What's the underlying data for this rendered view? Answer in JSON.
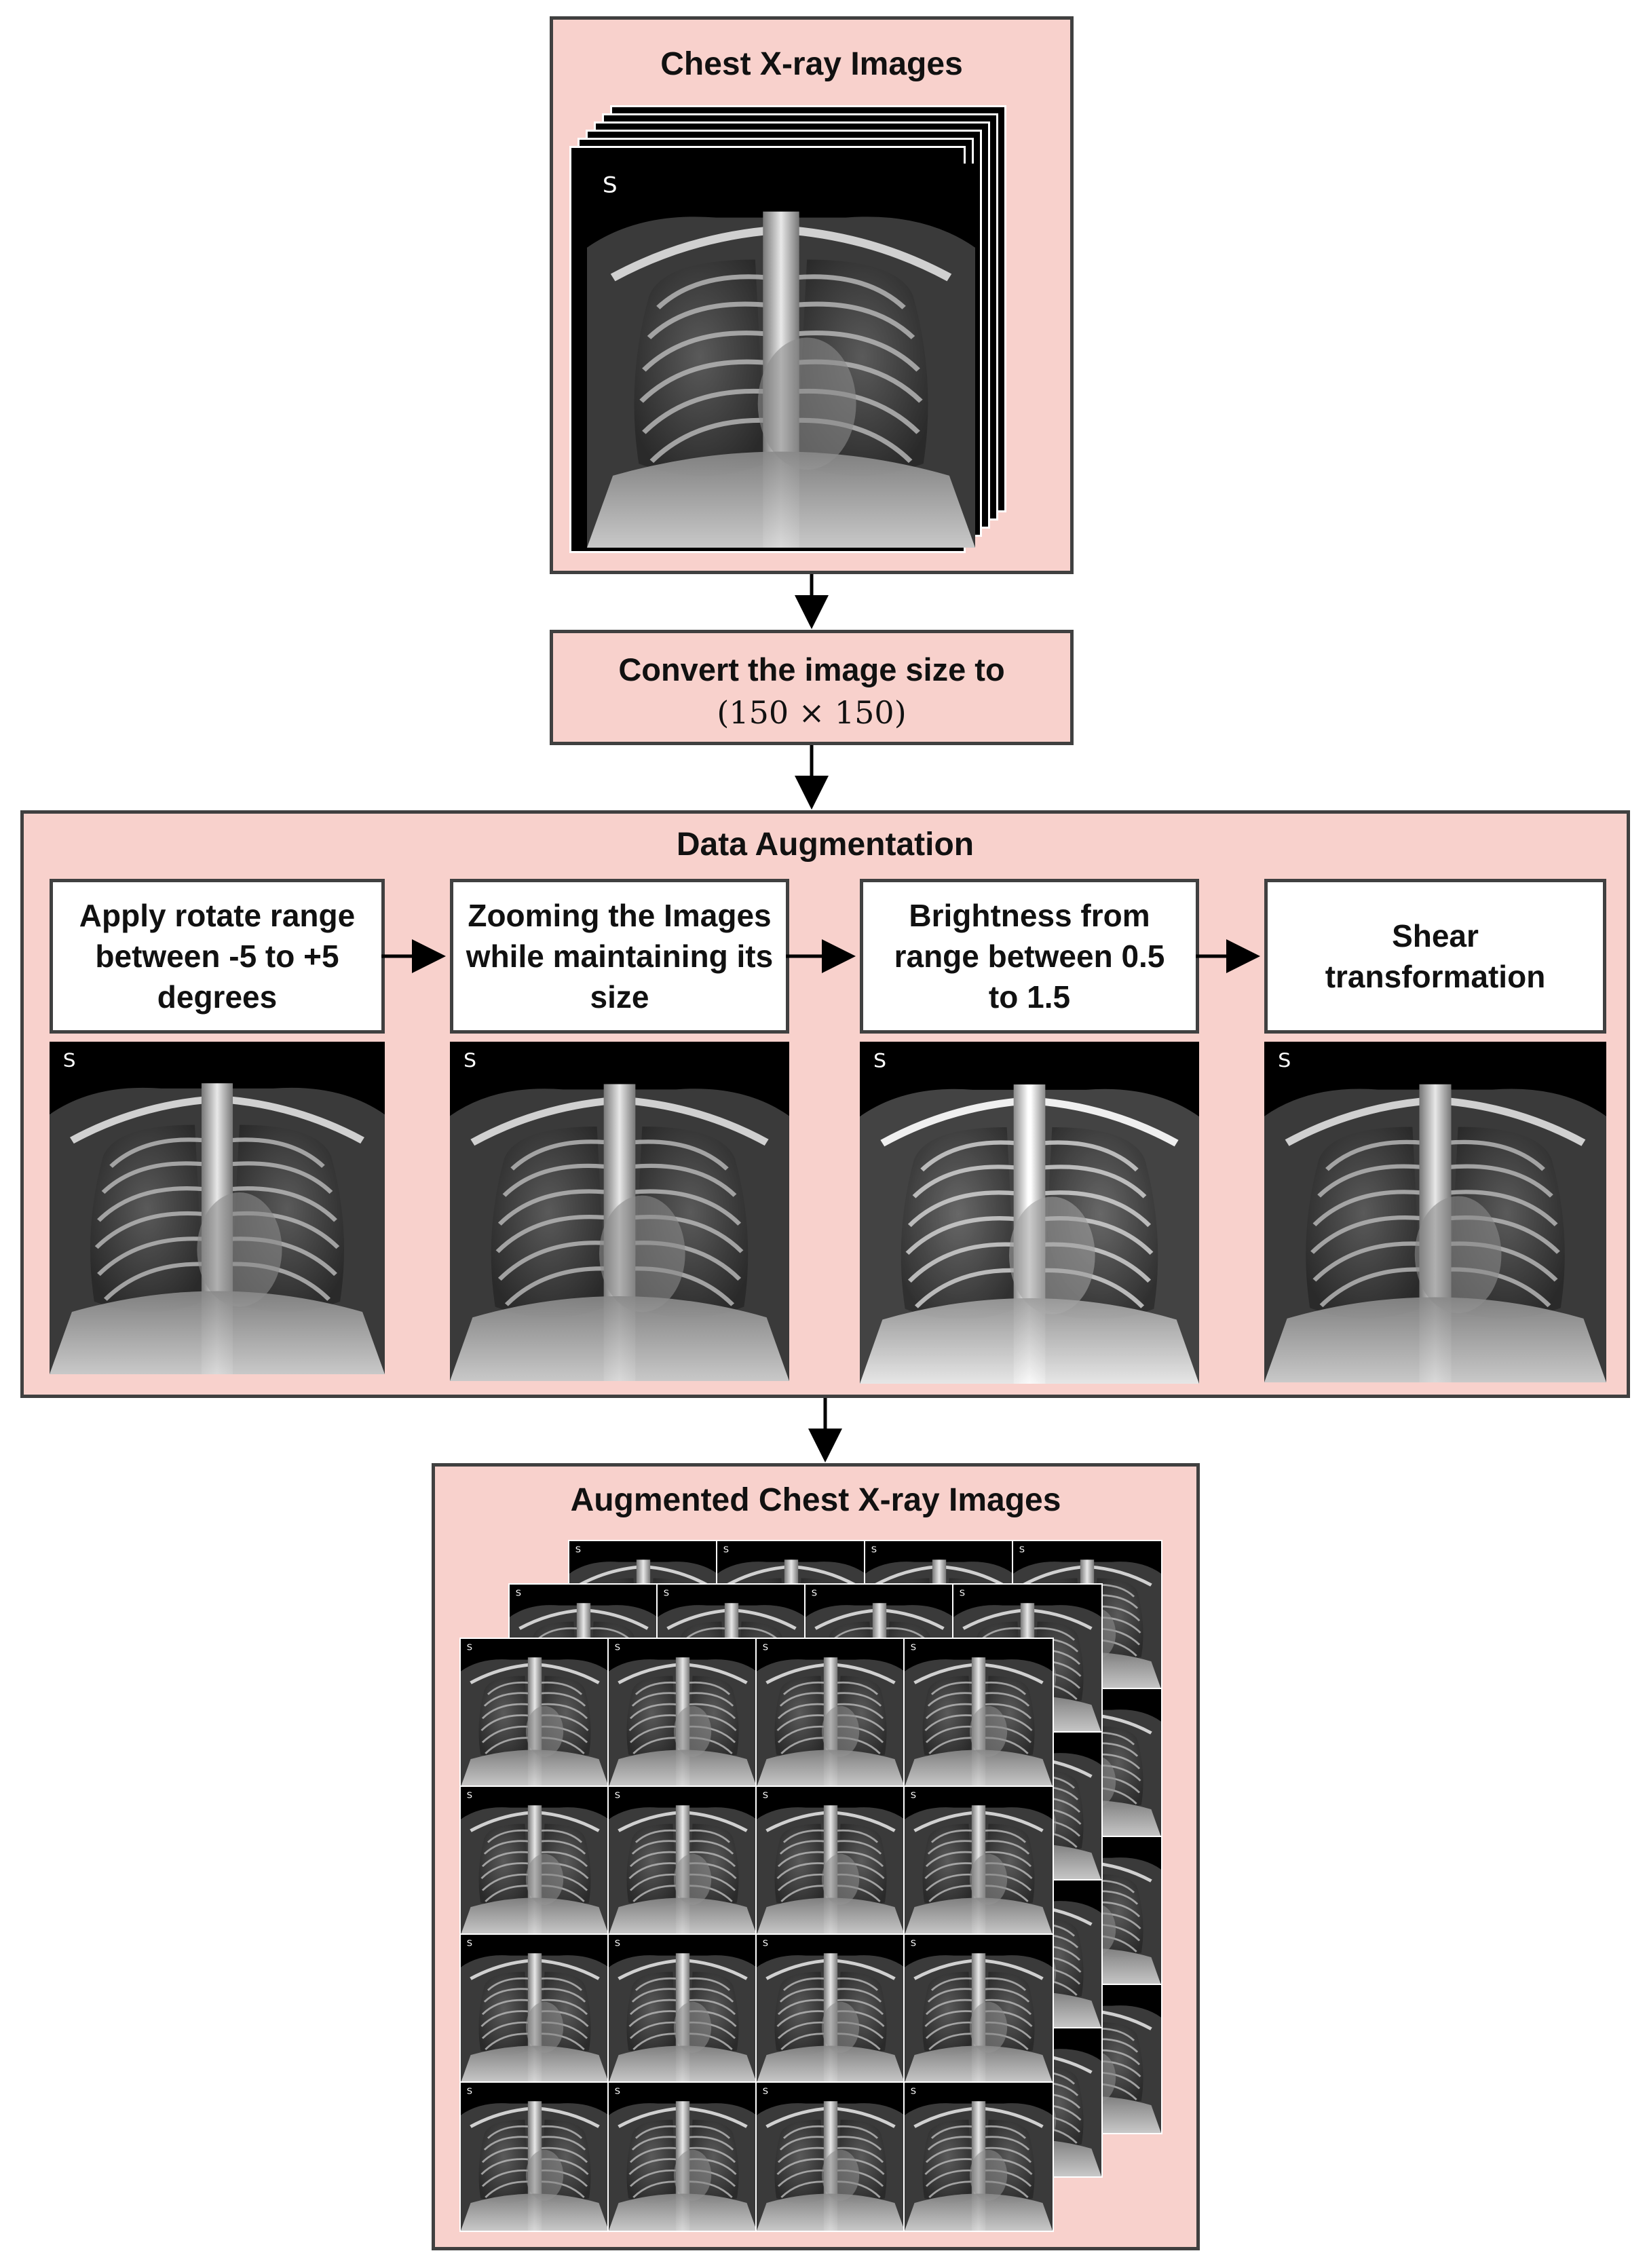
{
  "nodes": {
    "input": {
      "title": "Chest X-ray Images"
    },
    "resize": {
      "line1": "Convert the image size to",
      "line2": "(150 × 150)"
    },
    "augmentation": {
      "title": "Data Augmentation",
      "steps": [
        {
          "label": "Apply rotate range between -5 to +5 degrees"
        },
        {
          "label": "Zooming the Images while maintaining its size"
        },
        {
          "label": "Brightness from range between 0.5 to 1.5"
        },
        {
          "label": "Shear transformation"
        }
      ]
    },
    "output": {
      "title": "Augmented Chest X-ray Images"
    }
  },
  "edges": [
    {
      "from": "input",
      "to": "resize"
    },
    {
      "from": "resize",
      "to": "augmentation"
    },
    {
      "from": "rotate",
      "to": "zoom"
    },
    {
      "from": "zoom",
      "to": "brightness"
    },
    {
      "from": "brightness",
      "to": "shear"
    },
    {
      "from": "augmentation",
      "to": "output"
    }
  ],
  "colors": {
    "box_fill": "#f8d1cc",
    "border": "#404040",
    "xray_bg": "#000000",
    "arrow": "#000000"
  }
}
